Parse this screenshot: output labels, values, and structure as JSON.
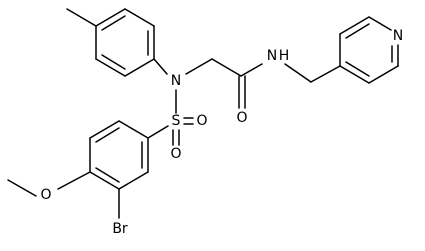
{
  "atoms": {
    "n_amine": "N",
    "s_sulfonyl": "S",
    "o_sulfonyl_1": "O",
    "o_sulfonyl_2": "O",
    "o_carbonyl": "O",
    "nh_amide": "N",
    "h_amide": "H",
    "n_pyridine": "N",
    "o_methoxy": "O",
    "br": "Br"
  },
  "colors": {
    "bond": "#000000",
    "label": "#000000",
    "background": "#ffffff"
  }
}
